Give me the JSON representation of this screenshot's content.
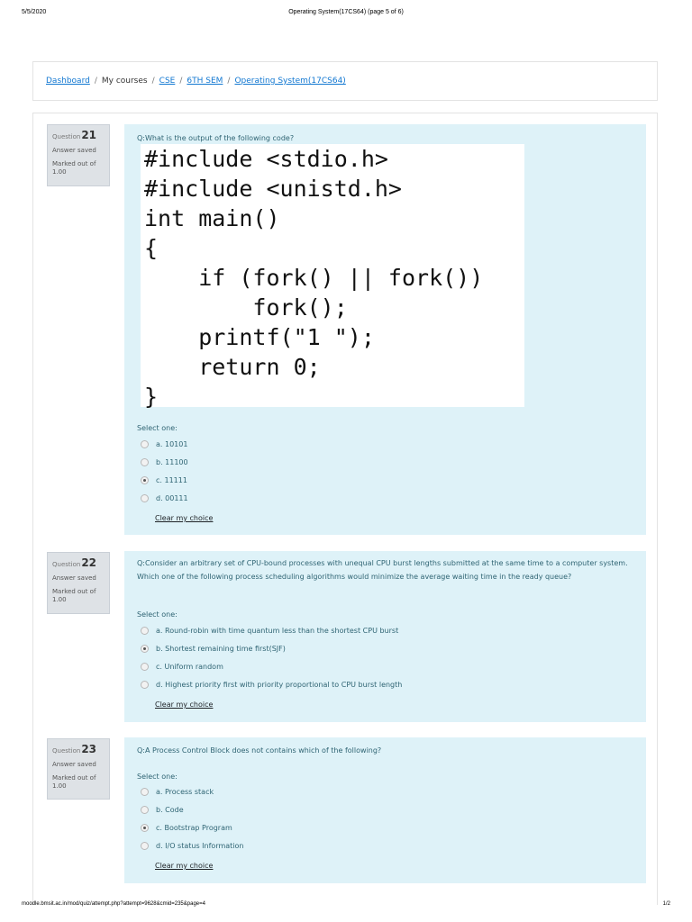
{
  "print_header": {
    "date": "5/5/2020",
    "title": "Operating System(17CS64) (page 5 of 6)"
  },
  "breadcrumb": {
    "items": [
      {
        "label": "Dashboard",
        "link": true
      },
      {
        "label": "My courses",
        "link": false
      },
      {
        "label": "CSE",
        "link": true
      },
      {
        "label": "6TH SEM",
        "link": true
      },
      {
        "label": "Operating System(17CS64)",
        "link": true
      }
    ],
    "separator": "/"
  },
  "common": {
    "question_label": "Question",
    "select_one": "Select one:",
    "clear_choice": "Clear my choice"
  },
  "questions": [
    {
      "number": "21",
      "state": "Answer saved",
      "marks": "Marked out of 1.00",
      "text": "Q:What is the output of the following code?",
      "code": "#include <stdio.h>\n#include <unistd.h>\nint main()\n{\n    if (fork() || fork())\n        fork();\n    printf(\"1 \");\n    return 0;\n}",
      "options": [
        {
          "label": "a. 10101",
          "checked": false
        },
        {
          "label": "b. 11100",
          "checked": false
        },
        {
          "label": "c. 11111",
          "checked": true
        },
        {
          "label": "d. 00111",
          "checked": false
        }
      ]
    },
    {
      "number": "22",
      "state": "Answer saved",
      "marks": "Marked out of 1.00",
      "text": "Q:Consider an arbitrary set of CPU-bound processes with unequal CPU burst lengths submitted at the same time to a computer system. Which one of the following process scheduling algorithms would minimize the average waiting time in the ready queue?",
      "options": [
        {
          "label": "a. Round-robin with time quantum less than the shortest CPU burst",
          "checked": false
        },
        {
          "label": "b. Shortest remaining time first(SJF)",
          "checked": true
        },
        {
          "label": "c. Uniform random",
          "checked": false
        },
        {
          "label": "d. Highest priority first with priority proportional to CPU burst length",
          "checked": false
        }
      ]
    },
    {
      "number": "23",
      "state": "Answer saved",
      "marks": "Marked out of 1.00",
      "text": "Q:A Process Control Block does not contains which of the following?",
      "options": [
        {
          "label": "a. Process stack",
          "checked": false
        },
        {
          "label": "b. Code",
          "checked": false
        },
        {
          "label": "c. Bootstrap Program",
          "checked": true
        },
        {
          "label": "d. I/O status Information",
          "checked": false
        }
      ]
    }
  ],
  "print_footer": {
    "url": "moodle.bmsit.ac.in/mod/quiz/attempt.php?attempt=9628&cmid=235&page=4",
    "page": "1/2"
  },
  "colors": {
    "link": "#1177d1",
    "question_bg": "#def2f8",
    "question_text": "#2f6473",
    "info_bg": "#dee2e6"
  }
}
